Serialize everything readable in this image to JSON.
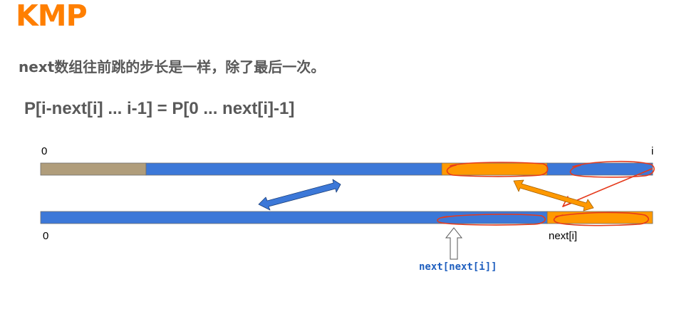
{
  "header": {
    "title": "KMP",
    "subtitle": "next数组往前跳的步长是一样，除了最后一次。",
    "formula": "P[i-next[i] ... i-1] = P[0 ... next[i]-1]"
  },
  "diagram": {
    "top_left_label": "0",
    "top_right_label": "i",
    "bottom_left_label": "0",
    "bottom_right_label": "next[i]",
    "pointer_label": "next[next[i]]"
  },
  "colors": {
    "title": "#ff7f00",
    "text": "#595959",
    "blue": "#3c78d8",
    "tan": "#b09d7b",
    "orange": "#ff9900",
    "red_annotation": "#e53a1c",
    "code_blue": "#1f5fbf"
  }
}
